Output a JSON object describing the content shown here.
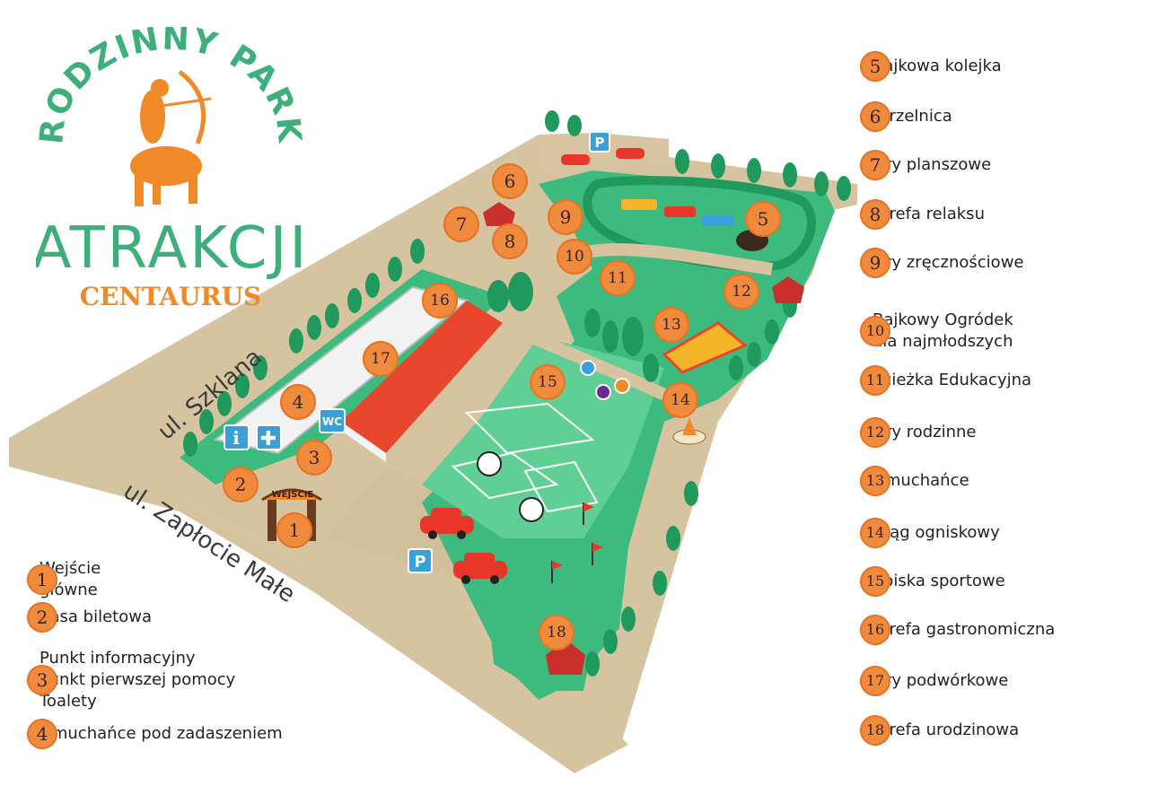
{
  "logo": {
    "top_text": "RODZINNY PARK",
    "main_text": "ATRAKCJI",
    "brand_text": "CENTAURUS",
    "colors": {
      "green": "#3daf7a",
      "orange": "#f08a28"
    }
  },
  "streets": {
    "street1": "ul. Szklana",
    "street2": "ul. Zapłocie Małe"
  },
  "map_labels": {
    "gate_sign": "WEJŚCIE",
    "wc": "WC",
    "info": "i",
    "parking": "P"
  },
  "legend_left": [
    {
      "number": "1",
      "label": "Wejście\ngłówne"
    },
    {
      "number": "2",
      "label": "Kasa biletowa"
    },
    {
      "number": "3",
      "label": "Punkt informacyjny\nPunkt pierwszej pomocy\nToalety"
    },
    {
      "number": "4",
      "label": "Dmuchańce pod zadaszeniem"
    }
  ],
  "legend_right": [
    {
      "number": "5",
      "label": "Bajkowa kolejka"
    },
    {
      "number": "6",
      "label": "Strzelnica"
    },
    {
      "number": "7",
      "label": "Gry planszowe"
    },
    {
      "number": "8",
      "label": "Strefa relaksu"
    },
    {
      "number": "9",
      "label": "Gry zręcznościowe"
    },
    {
      "number": "10",
      "label": "Bajkowy Ogródek\ndla najmłodszych"
    },
    {
      "number": "11",
      "label": "Ścieżka Edukacyjna"
    },
    {
      "number": "12",
      "label": "Gry rodzinne"
    },
    {
      "number": "13",
      "label": "Dmuchańce"
    },
    {
      "number": "14",
      "label": "Krąg ogniskowy"
    },
    {
      "number": "15",
      "label": "Boiska sportowe"
    },
    {
      "number": "16",
      "label": "Strefa gastronomiczna"
    },
    {
      "number": "17",
      "label": "Gry podwórkowe"
    },
    {
      "number": "18",
      "label": "Strefa urodzinowa"
    }
  ],
  "map_markers": [
    "1",
    "2",
    "3",
    "4",
    "5",
    "6",
    "7",
    "8",
    "9",
    "10",
    "11",
    "12",
    "13",
    "14",
    "15",
    "16",
    "17",
    "18"
  ],
  "colors": {
    "ground": "#d6c3a0",
    "grass": "#3dbb7e",
    "grass_light": "#6fd39c",
    "tree": "#1f9a5c",
    "roof": "#e8472d",
    "badge": "#f08a3c",
    "car": "#e8372a",
    "sign_blue": "#3b9fd8"
  }
}
